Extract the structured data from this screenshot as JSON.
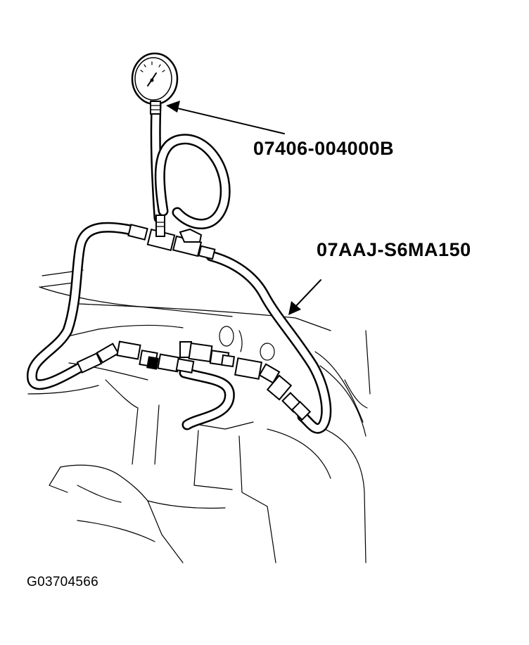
{
  "callouts": {
    "gauge_part_number": "07406-004000B",
    "hose_part_number": "07AAJ-S6MA150"
  },
  "figure": {
    "id": "G03704566"
  }
}
